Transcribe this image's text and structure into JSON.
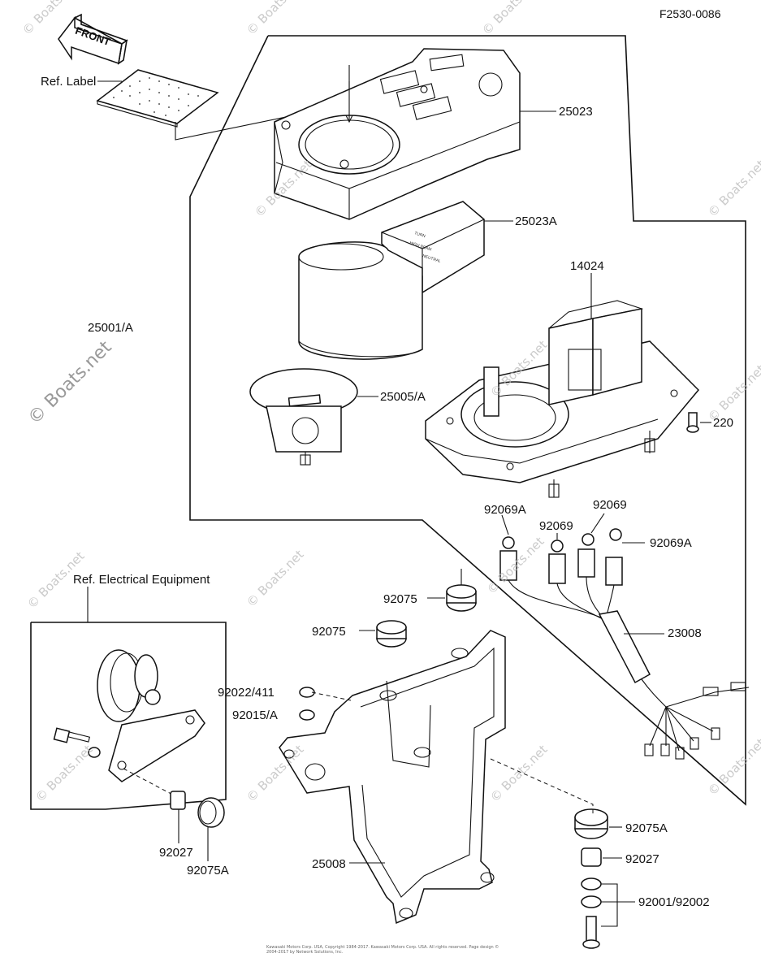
{
  "diagram_code": "F2530-0086",
  "front_label": "FRONT",
  "watermark": "© Boats.net",
  "ref_labels": {
    "ref_label": "Ref. Label",
    "electrical": "Ref.  Electrical Equipment"
  },
  "parts": {
    "p25023": "25023",
    "p25023A": "25023A",
    "p25001A": "25001/A",
    "p14024": "14024",
    "p25005A": "25005/A",
    "p220": "220",
    "p92069A_left": "92069A",
    "p92069_a": "92069",
    "p92069_b": "92069",
    "p92069A_right": "92069A",
    "p23008": "23008",
    "p92075_a": "92075",
    "p92075_b": "92075",
    "p92022": "92022/411",
    "p92015": "92015/A",
    "p92027_left": "92027",
    "p92075A_left": "92075A",
    "p25008": "25008",
    "p92075A_right": "92075A",
    "p92027_right": "92027",
    "p92001": "92001/92002"
  },
  "footer": "Kawasaki Motors Corp. USA, Copyright 1984-2017. Kawasaki Motors Corp. USA. All rights reserved. Page design © 2004-2017 by Network Solutions, Inc."
}
